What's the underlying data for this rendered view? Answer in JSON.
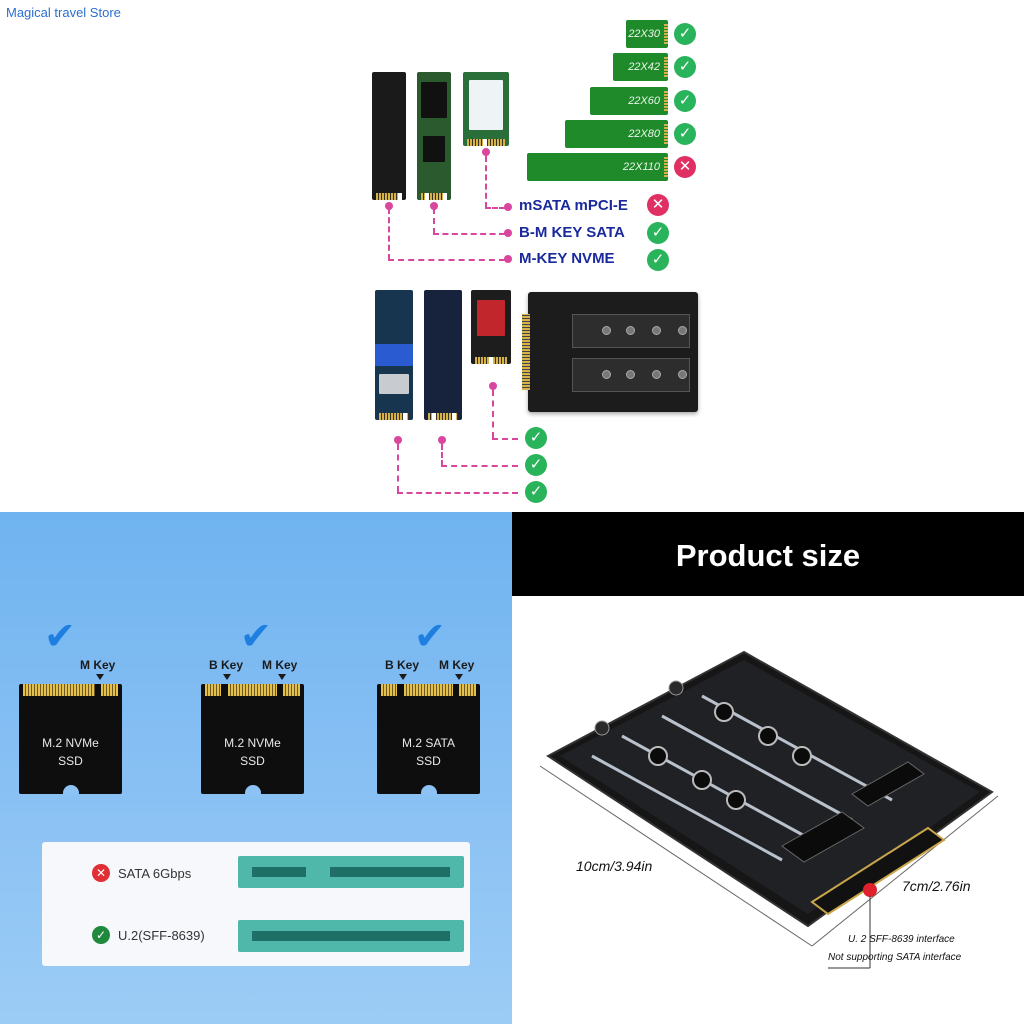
{
  "store": {
    "name": "Magical travel Store"
  },
  "compatibility": {
    "sizes": [
      "22X30",
      "22X42",
      "22X60",
      "22X80",
      "22X110"
    ],
    "types": [
      "mSATA mPCI-E",
      "B-M KEY SATA",
      "M-KEY NVME"
    ]
  },
  "key_cards": [
    {
      "name_line1": "M.2 NVMe",
      "name_line2": "SSD",
      "key_b": "",
      "key_m": "M Key"
    },
    {
      "name_line1": "M.2 NVMe",
      "name_line2": "SSD",
      "key_b": "B Key",
      "key_m": "M Key"
    },
    {
      "name_line1": "M.2 SATA",
      "name_line2": "SSD",
      "key_b": "B Key",
      "key_m": "M Key"
    }
  ],
  "interfaces": {
    "sata": "SATA 6Gbps",
    "u2": "U.2(SFF-8639)"
  },
  "product_size": {
    "title": "Product size",
    "length": "10cm/3.94in",
    "width": "7cm/2.76in",
    "note_line1": "U. 2 SFF-8639 interface",
    "note_line2": "Not supporting SATA interface"
  },
  "colors": {
    "ok": "#29b35a",
    "no": "#e02f63",
    "label_blue": "#1a2a9c",
    "lead_pink": "#d9469d",
    "panel_blue": "#8cc2f4"
  }
}
